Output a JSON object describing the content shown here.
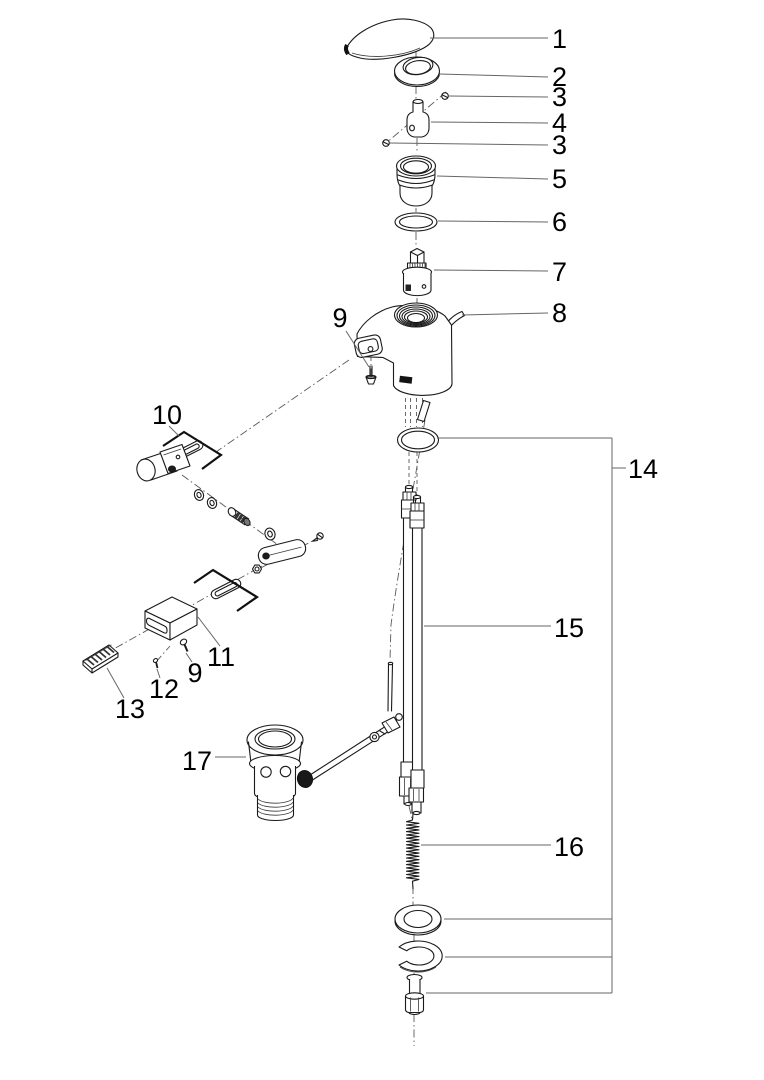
{
  "figure": {
    "kind": "exploded-view parts diagram",
    "subject": "single-lever basin mixer tap with pop-up waste set",
    "background_color": "#ffffff",
    "line_color": "#1a1a1a",
    "label_color": "#000000"
  },
  "callouts": [
    {
      "text": "1"
    },
    {
      "text": "2"
    },
    {
      "text": "3"
    },
    {
      "text": "4"
    },
    {
      "text": "3"
    },
    {
      "text": "5"
    },
    {
      "text": "6"
    },
    {
      "text": "7"
    },
    {
      "text": "8"
    },
    {
      "text": "9"
    },
    {
      "text": "10"
    },
    {
      "text": "11"
    },
    {
      "text": "9"
    },
    {
      "text": "12"
    },
    {
      "text": "13"
    },
    {
      "text": "14"
    },
    {
      "text": "15"
    },
    {
      "text": "16"
    },
    {
      "text": "17"
    }
  ]
}
